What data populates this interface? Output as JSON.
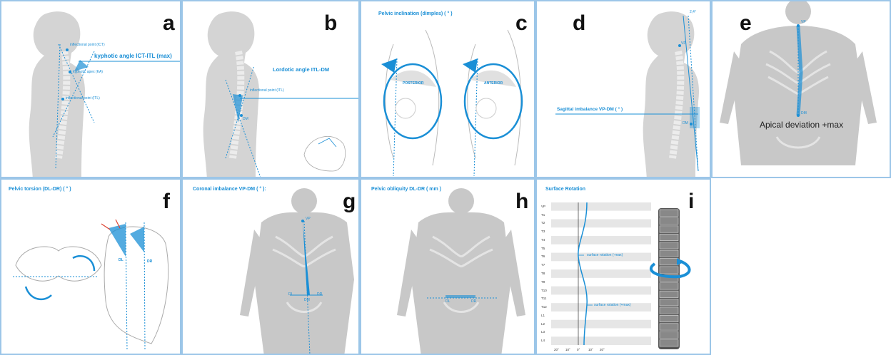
{
  "panels": {
    "a": {
      "letter": "a",
      "title": "kyphotic angle ICT-ITL (max)",
      "ict": "inflectional point (ICT)",
      "ka": "kyphotic apex (KA)",
      "itl": "inflectional point (ITL)"
    },
    "b": {
      "letter": "b",
      "title": "Lordotic angle ITL-DM",
      "itl": "inflectional point (ITL)",
      "dm": "DM"
    },
    "c": {
      "letter": "c",
      "title": "Pelvic inclination (dimples) ( ° )",
      "posterior": "POSTERIOR",
      "anterior": "ANTERIOR"
    },
    "d": {
      "letter": "d",
      "title": "Sagittal imbalance VP-DM ( ° )",
      "angle": "2,4°",
      "vp": "VP",
      "dm": "DM"
    },
    "e": {
      "letter": "e",
      "title": "Apical deviation +max",
      "vp": "VP",
      "dm": "DM"
    },
    "f": {
      "letter": "f",
      "title": "Pelvic torsion (DL-DR) ( ° )",
      "dl": "DL",
      "dr": "DR"
    },
    "g": {
      "letter": "g",
      "title": "Coronal imbalance VP-DM ( ° ):",
      "vp": "VP",
      "dm": "DM",
      "dl": "DL",
      "dr": "DR"
    },
    "h": {
      "letter": "h",
      "title": "Pelvic obliquity DL-DR ( mm )",
      "dl": "DL",
      "dr": "DR"
    },
    "i": {
      "letter": "i",
      "title": "Surface Rotation",
      "levels": [
        "VP",
        "T1",
        "T2",
        "T3",
        "T4",
        "T5",
        "T6",
        "T7",
        "T8",
        "T9",
        "T10",
        "T11",
        "T12",
        "L1",
        "L2",
        "L3",
        "L4"
      ],
      "ticks": [
        "20°",
        "10°",
        "0°",
        "10°",
        "20°"
      ],
      "label_neg": "surface rotation (-max)",
      "label_pos": "surface rotation (+max)"
    }
  },
  "colors": {
    "accent": "#1a8fd6",
    "border": "#9cc6e8",
    "body": "#d4d4d4",
    "bone": "#ffffff"
  }
}
